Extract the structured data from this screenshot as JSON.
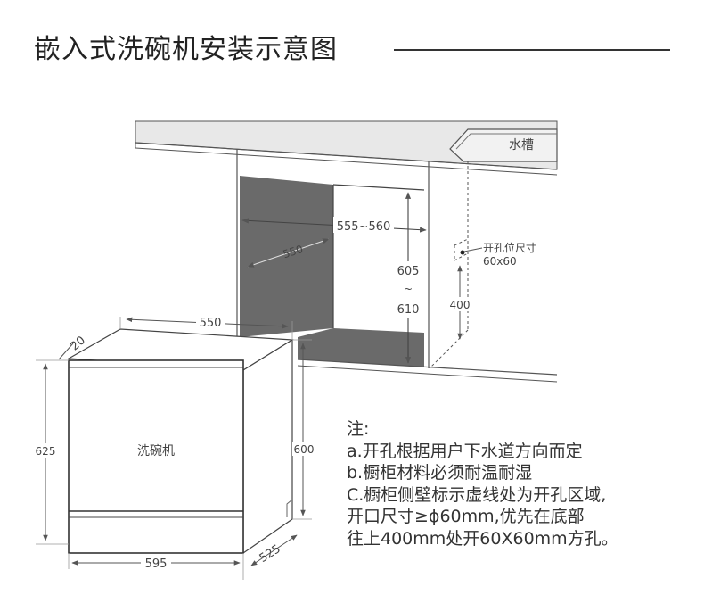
{
  "title": "嵌入式洗碗机安装示意图",
  "labels": {
    "sink": "水槽",
    "cabinet_width": "555~560",
    "cabinet_depth": "550",
    "cabinet_height_top": "605",
    "cabinet_height_sep": "~",
    "cabinet_height_bottom": "610",
    "hole_size_line1": "开孔位尺寸",
    "hole_size_line2": "60x60",
    "hole_height": "400",
    "machine_depth_top": "550",
    "door_offset": "20",
    "machine_height_front": "625",
    "machine_height_back": "600",
    "machine_width": "595",
    "machine_depth_bottom": "525",
    "machine_name": "洗碗机"
  },
  "notes": [
    "注:",
    "a.开孔根据用户下水道方向而定",
    "b.橱柜材料必须耐温耐湿",
    "C.橱柜侧壁标示虚线处为开孔区域,",
    "开口尺寸≥ϕ60mm,优先在底部",
    "往上400mm处开60X60mm方孔。"
  ]
}
